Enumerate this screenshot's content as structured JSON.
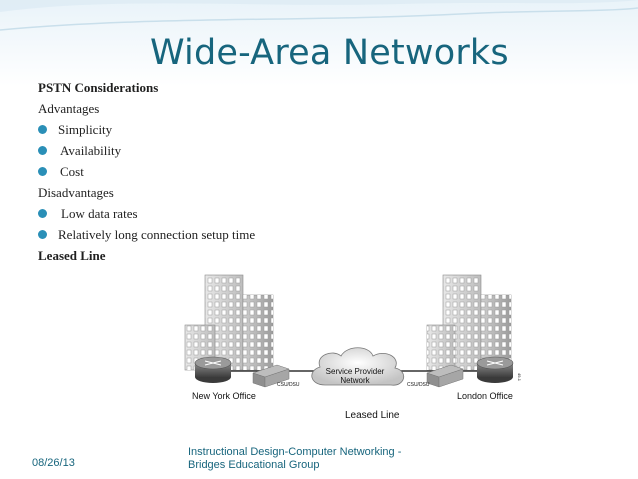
{
  "slide": {
    "title": "Wide-Area Networks"
  },
  "content": {
    "heading": "PSTN Considerations",
    "advantages_label": "Advantages",
    "advantages": [
      "Simplicity",
      "Availability",
      "Cost"
    ],
    "disadvantages_label": "Disadvantages",
    "disadvantages": [
      "Low data rates",
      "Relatively long connection setup time"
    ],
    "leased_line_label": "Leased Line"
  },
  "diagram": {
    "left_site": "New York Office",
    "right_site": "London Office",
    "cloud_label_line1": "Service Provider",
    "cloud_label_line2": "Network",
    "csu_left": "CSU/DSU",
    "csu_right": "CSU/DSU",
    "link_label": "Leased Line",
    "ref_code": "49-1"
  },
  "footer": {
    "date": "08/26/13",
    "line1": "Instructional Design-Computer Networking -",
    "line2": "Bridges Educational Group"
  },
  "colors": {
    "title": "#17657d",
    "bullet": "#2a8fb7",
    "footer": "#17657d"
  }
}
